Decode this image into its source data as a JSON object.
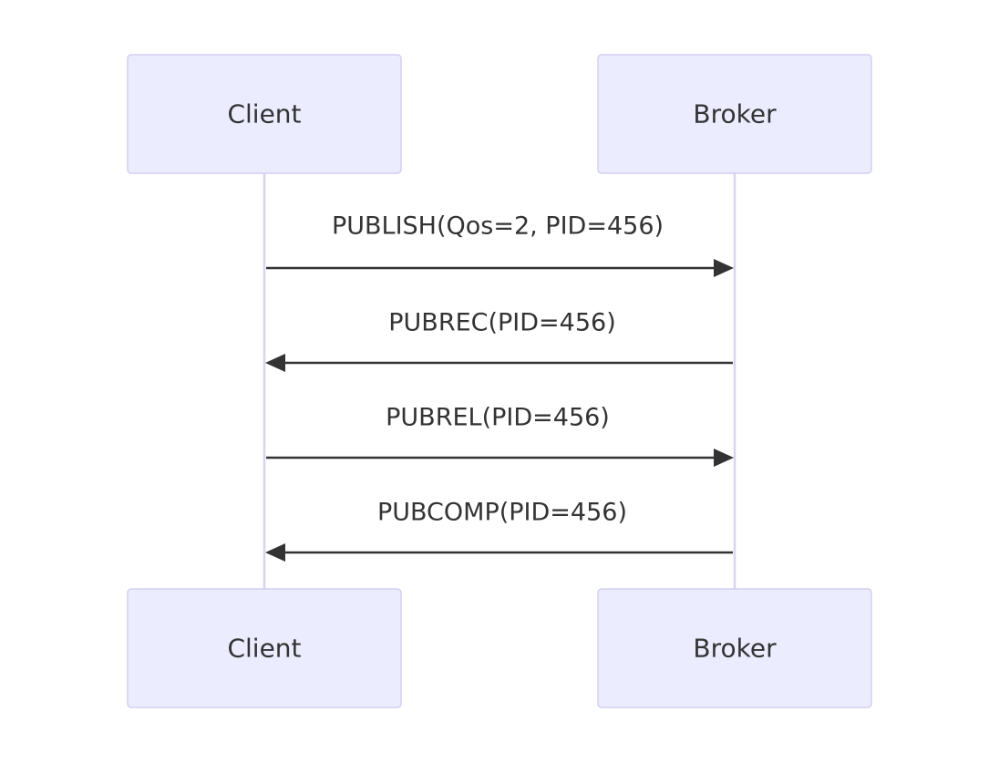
{
  "participants": [
    {
      "id": "client",
      "label": "Client"
    },
    {
      "id": "broker",
      "label": "Broker"
    }
  ],
  "messages": [
    {
      "from": "client",
      "to": "broker",
      "label": "PUBLISH(Qos=2, PID=456)"
    },
    {
      "from": "broker",
      "to": "client",
      "label": "PUBREC(PID=456)"
    },
    {
      "from": "client",
      "to": "broker",
      "label": "PUBREL(PID=456)"
    },
    {
      "from": "broker",
      "to": "client",
      "label": "PUBCOMP(PID=456)"
    }
  ],
  "colors": {
    "actor_fill": "#ECECFF",
    "actor_stroke": "#D2CFF4",
    "lifeline": "#D9D2F0",
    "arrow": "#333333",
    "text": "#333333"
  }
}
